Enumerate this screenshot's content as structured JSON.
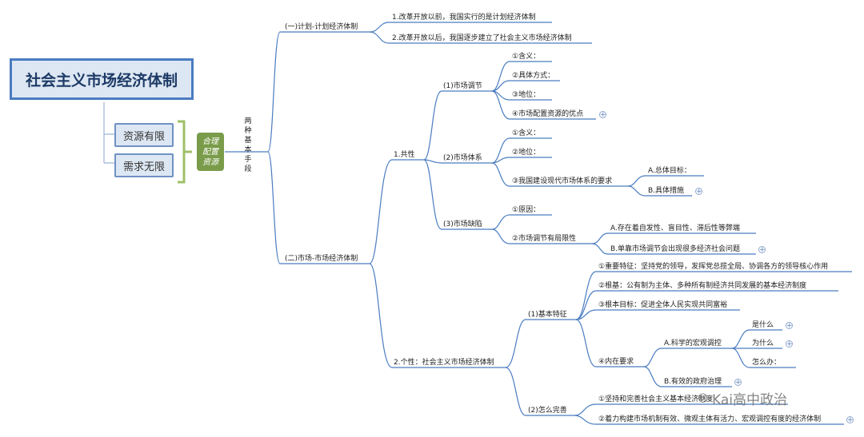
{
  "root": {
    "title": "社会主义市场经济体制"
  },
  "resources": {
    "limited": "资源有限",
    "demand": "需求无限",
    "allocate": "合理配置资源"
  },
  "branch_hub": {
    "label": "两种基本手段"
  },
  "planned": {
    "label": "(一)计划-计划经济体制",
    "items": [
      "1.改革开放以前，我国实行的是计划经济体制",
      "2.改革开放以后，我国逐步建立了社会主义市场经济体制"
    ]
  },
  "market": {
    "label": "(二)市场-市场经济体制",
    "common": {
      "label": "1.共性",
      "regulation": {
        "label": "(1)市场调节",
        "items": [
          "①含义：",
          "②具体方式：",
          "③地位：",
          "④市场配置资源的优点"
        ]
      },
      "system": {
        "label": "(2)市场体系",
        "items": [
          "①含义：",
          "②地位：",
          "③我国建设现代市场体系的要求"
        ],
        "requirements": [
          "A.总体目标：",
          "B.具体措施"
        ]
      },
      "defect": {
        "label": "(3)市场缺陷",
        "items": [
          "①原因：",
          "②市场调节有局限性"
        ],
        "limits": [
          "A.存在着自发性、盲目性、滞后性等弊端",
          "B.单靠市场调节会出现很多经济社会问题"
        ]
      }
    },
    "individual": {
      "label": "2.个性：社会主义市场经济体制",
      "basic": {
        "label": "(1)基本特征",
        "items": [
          "①重要特征：坚持党的领导，发挥党总揽全局、协调各方的领导核心作用",
          "②根基：公有制为主体、多种所有制经济共同发展的基本经济制度",
          "③根本目标：促进全体人民实现共同富裕",
          "④内在要求"
        ],
        "inner": {
          "a": "A.科学的宏观调控",
          "b": "B.有效的政府治理",
          "sub": [
            "是什么",
            "为什么",
            "怎么办："
          ]
        }
      },
      "improve": {
        "label": "(2)怎么完善",
        "items": [
          "①坚持和完善社会主义基本经济制度",
          "②着力构建市场机制有效、微观主体有活力、宏观调控有度的经济体制"
        ]
      }
    }
  },
  "watermark": "Kai高中政治",
  "colors": {
    "line": "#4a7cc1",
    "root_fill": "#dde7f3",
    "green": "#7a9c4a",
    "bracket": "#9fc06a"
  }
}
